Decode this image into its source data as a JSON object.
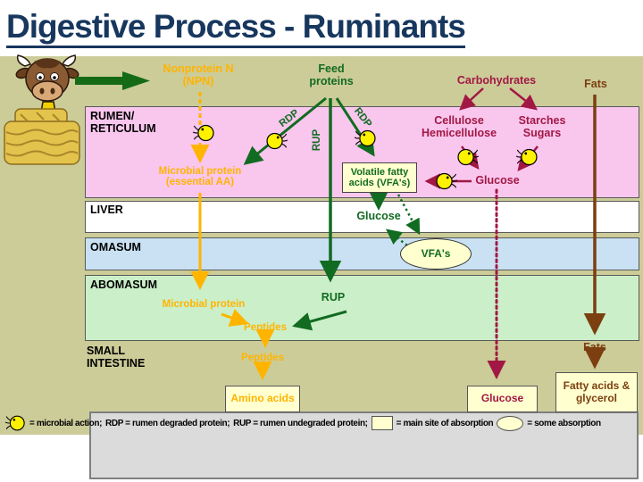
{
  "title": "Digestive Process - Ruminants",
  "rows": {
    "rumen": {
      "label": "RUMEN/\nRETICULUM"
    },
    "liver": {
      "label": "LIVER"
    },
    "omasum": {
      "label": "OMASUM"
    },
    "abomasum": {
      "label": "ABOMASUM"
    },
    "small_intestine": {
      "label": "SMALL\nINTESTINE"
    }
  },
  "flows": {
    "npn": "Nonprotein N\n(NPN)",
    "feed_proteins": "Feed\nproteins",
    "carbohydrates": "Carbohydrates",
    "fats_top": "Fats",
    "cellulose": "Cellulose\nHemicellulose",
    "starches": "Starches\nSugars",
    "rdp_left": "RDP",
    "rdp_right": "RDP",
    "rup_vertical": "RUP",
    "microbial_protein_essential": "Microbial protein\n(essential AA)",
    "vfa_box": "Volatile fatty\nacids (VFA's)",
    "glucose_rumen": "Glucose",
    "glucose_liver": "Glucose",
    "vfas_oval": "VFA's",
    "microbial_protein_abomasum": "Microbial protein",
    "rup_abomasum": "RUP",
    "peptides_abomasum": "Peptides",
    "peptides_small_intestine": "Peptides",
    "amino_acids": "Amino acids",
    "glucose_absorbed": "Glucose",
    "fats_small_intestine": "Fats",
    "fatty_acids_glycerol": "Fatty acids &\nglycerol"
  },
  "legend": {
    "microbial_action": "= microbial action;",
    "rdp_definition": "RDP = rumen degraded protein;",
    "rup_definition": "RUP = rumen undegraded protein;",
    "main_site": "= main site of absorption",
    "some_absorption": "= some absorption"
  },
  "colors": {
    "title_navy": "#17375E",
    "background_tan": "#CCCC99",
    "rumen_pink": "#F9C6EE",
    "omasum_blue": "#C9E1F3",
    "abomasum_green": "#CBEFC8",
    "protein_orange": "#FFB400",
    "feed_green": "#116B21",
    "carb_red": "#A21844",
    "fat_brown": "#7B3F10",
    "absorption_yellow": "#FFFFD0",
    "microbe_yellow": "#FFF200"
  }
}
